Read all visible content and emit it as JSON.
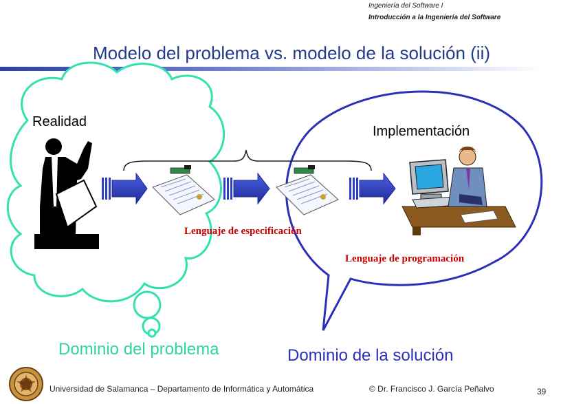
{
  "header": {
    "course": "Ingeniería del Software I",
    "subject": "Introducción a la Ingeniería del Software"
  },
  "slide": {
    "title": "Modelo del problema vs. modelo de la solución (ii)"
  },
  "diagram": {
    "reality_label": "Realidad",
    "implementation_label": "Implementación",
    "spec_language": "Lenguaje de especificación",
    "prog_language": "Lenguaje de programación",
    "problem_domain": "Dominio del problema",
    "solution_domain": "Dominio de la solución",
    "colors": {
      "problem_cloud": "#33e0b0",
      "solution_bubble": "#2b2fb8",
      "arrow": "#2d3fc4",
      "red_text": "#c40000"
    }
  },
  "footer": {
    "institution": "Universidad de Salamanca – Departamento de Informática y Automática",
    "author": "© Dr. Francisco J. García Peñalvo",
    "page_number": "39"
  }
}
